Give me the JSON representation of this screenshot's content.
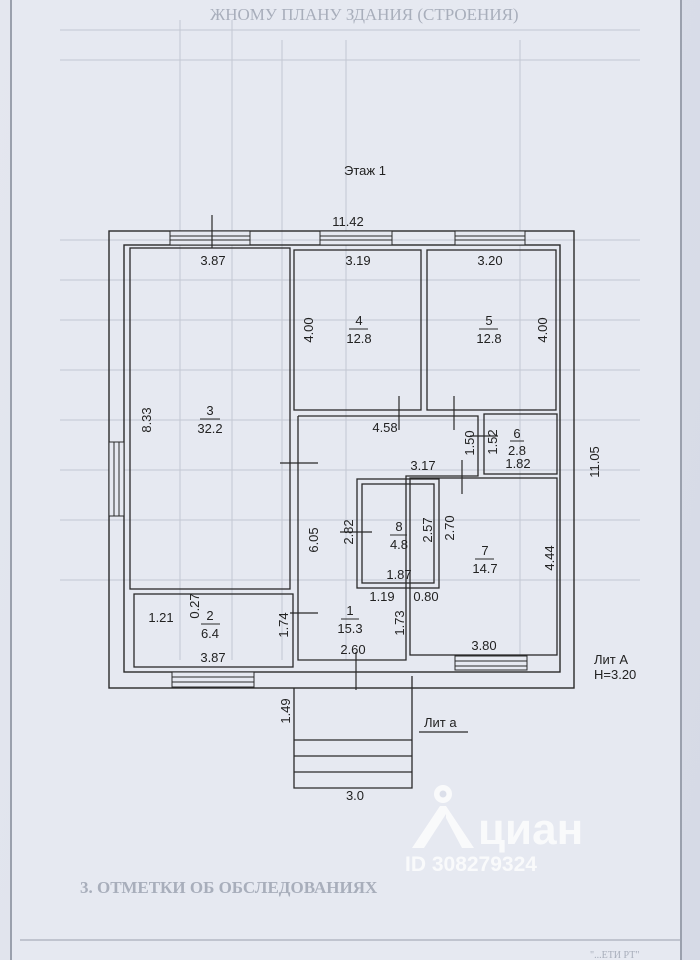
{
  "header_ghost": "ЖНОМУ ПЛАНУ ЗДАНИЯ (СТРОЕНИЯ)",
  "floor_title": "Этаж 1",
  "overall": {
    "width": "11.42",
    "depth": "11.05"
  },
  "rooms": [
    {
      "id": "1",
      "area": "15.3"
    },
    {
      "id": "2",
      "area": "6.4"
    },
    {
      "id": "3",
      "area": "32.2"
    },
    {
      "id": "4",
      "area": "12.8"
    },
    {
      "id": "5",
      "area": "12.8"
    },
    {
      "id": "6",
      "area": "2.8"
    },
    {
      "id": "7",
      "area": "14.7"
    },
    {
      "id": "8",
      "area": "4.8"
    }
  ],
  "dims": {
    "r3_top": "3.87",
    "r3_side": "8.33",
    "r4_top": "3.19",
    "r4_side": "4.00",
    "r5_top": "3.20",
    "r5_side": "4.00",
    "hall_upper": "4.58",
    "r6_side": "1.52",
    "r6_bottom": "1.82",
    "r7_side_a": "1.50",
    "r7_top": "3.17",
    "r7_side_b": "2.70",
    "r7_right": "4.44",
    "r7_bottom": "3.80",
    "r8_left": "2.82",
    "r8_right": "2.57",
    "r8_bottom": "1.87",
    "r1_side": "6.05",
    "r1_small_a": "1.19",
    "r1_small_b": "0.80",
    "r1_left": "1.74",
    "r1_right": "1.73",
    "r1_bottom": "2.60",
    "r2_a": "1.21",
    "r2_b": "0.27",
    "r2_bottom": "3.87",
    "porch_depth": "1.49",
    "porch_width": "3.0"
  },
  "lit_a_upper": "Лит А",
  "height_label": "H=3.20",
  "lit_a_lower": "Лит а",
  "watermark": {
    "brand": "циан",
    "id": "ID 308279324"
  },
  "ghost_bottom": "3. ОТМЕТКИ ОБ ОБСЛЕДОВАНИЯХ",
  "ghost_corner": "\"...ЕТИ РТ\"",
  "colors": {
    "line": "#2a2a2a",
    "paper": "#e6e9f1",
    "ghost": "#a8aebb"
  }
}
